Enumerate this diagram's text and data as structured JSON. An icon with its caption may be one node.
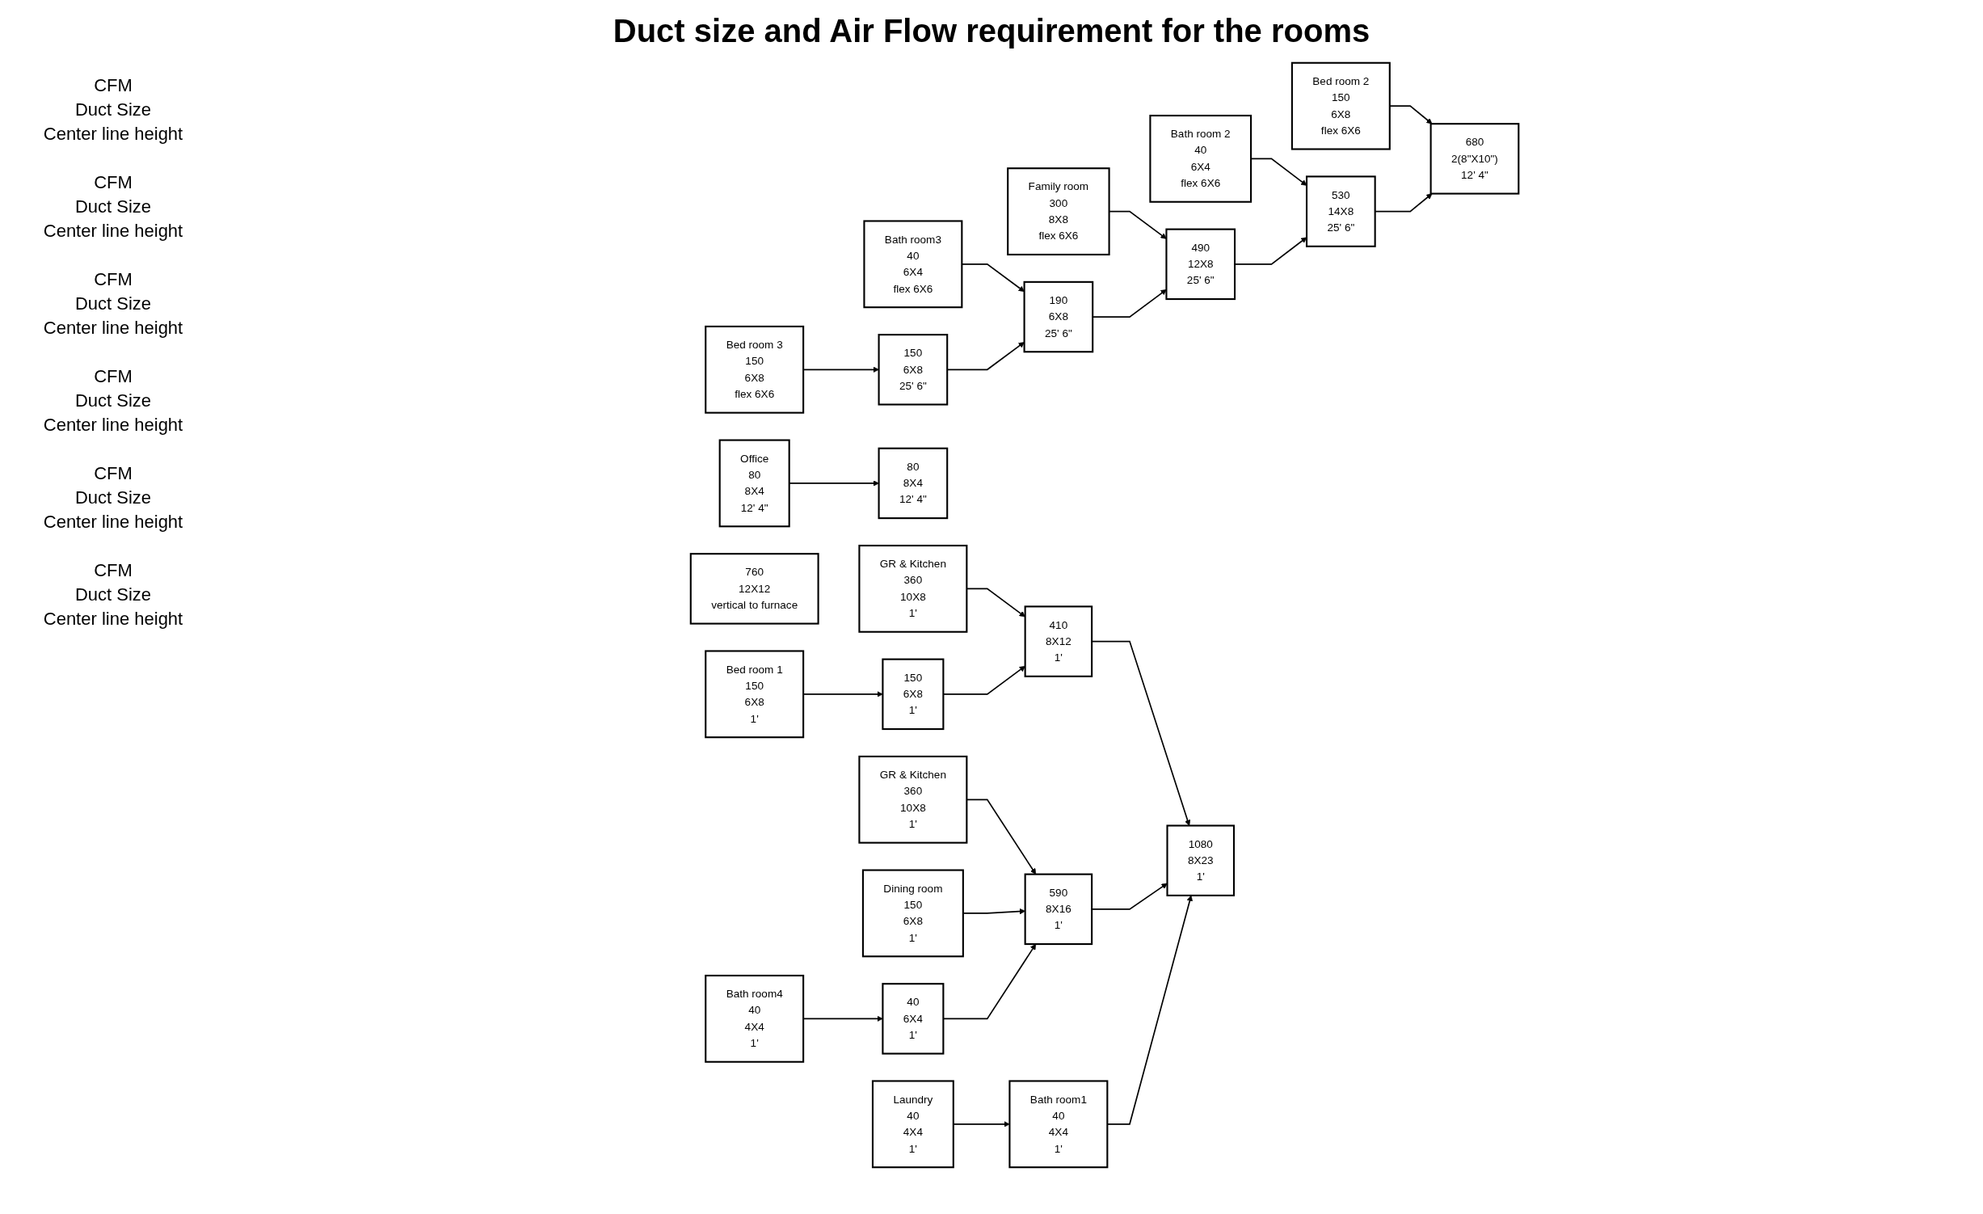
{
  "diagram": {
    "title": "Duct size  and Air Flow requirement for the rooms",
    "nodes": [
      {
        "text": [
          "Bed room 3",
          "150",
          "6X8",
          "flex 6X6"
        ]
      },
      {
        "text": [
          "Bath room3",
          "40",
          "6X4",
          "flex 6X6"
        ]
      },
      {
        "text": [
          "Family room",
          "300",
          "8X8",
          "flex 6X6"
        ]
      },
      {
        "text": [
          "Bath room 2",
          "40",
          "6X4",
          "flex 6X6"
        ]
      },
      {
        "text": [
          "Bed room 2",
          "150",
          "6X8",
          "flex 6X6"
        ]
      },
      {
        "text": [
          "Office",
          "80",
          "8X4",
          "12' 4\""
        ]
      },
      {
        "text": [
          "150",
          "6X8",
          "25' 6\""
        ]
      },
      {
        "text": [
          "190",
          "6X8",
          "25' 6\""
        ]
      },
      {
        "text": [
          "490",
          "12X8",
          "25' 6\""
        ]
      },
      {
        "text": [
          "530",
          "14X8",
          "25' 6\""
        ]
      },
      {
        "text": [
          "680",
          "2(8\"X10\")",
          "12' 4\""
        ]
      },
      {
        "text": [
          "80",
          "8X4",
          "12' 4\""
        ]
      },
      {
        "text": [
          "760",
          "12X12",
          "vertical to furnace"
        ]
      },
      {
        "text": [
          "GR & Kitchen",
          "360",
          "10X8",
          "1'"
        ]
      },
      {
        "text": [
          "150",
          "6X8",
          "1'"
        ]
      },
      {
        "text": [
          "410",
          "8X12",
          "1'"
        ]
      },
      {
        "text": [
          "1080",
          "8X23",
          "1'"
        ]
      },
      {
        "text": [
          "590",
          "8X16",
          "1'"
        ]
      },
      {
        "text": [
          "40",
          "6X4",
          "1'"
        ]
      },
      {
        "text": [
          "Bed room 1",
          "150",
          "6X8",
          "1'"
        ]
      },
      {
        "text": [
          "GR & Kitchen",
          "360",
          "10X8",
          "1'"
        ]
      },
      {
        "text": [
          "Bath room1",
          "40",
          "4X4",
          "1'"
        ]
      },
      {
        "text": [
          "Dining room",
          "150",
          "6X8",
          "1'"
        ]
      },
      {
        "text": [
          "Bath room4",
          "40",
          "4X4",
          "1'"
        ]
      },
      {
        "text": [
          "Laundry",
          "40",
          "4X4",
          "1'"
        ]
      }
    ],
    "edges": [
      {
        "from": 0,
        "to": 6,
        "arrow": "to"
      },
      {
        "from": 1,
        "to": 7,
        "arrow": "to"
      },
      {
        "from": 6,
        "to": 7,
        "arrow": "to"
      },
      {
        "from": 2,
        "to": 8,
        "arrow": "to"
      },
      {
        "from": 7,
        "to": 8,
        "arrow": "to"
      },
      {
        "from": 3,
        "to": 9,
        "arrow": "to"
      },
      {
        "from": 8,
        "to": 9,
        "arrow": "to"
      },
      {
        "from": 4,
        "to": 10,
        "arrow": "to"
      },
      {
        "from": 9,
        "to": 10,
        "arrow": "to"
      },
      {
        "from": 5,
        "to": 11,
        "arrow": "to"
      },
      {
        "from": 19,
        "to": 14,
        "arrow": "to"
      },
      {
        "from": 20,
        "to": 15,
        "arrow": "to"
      },
      {
        "from": 14,
        "to": 15,
        "arrow": "to"
      },
      {
        "from": 15,
        "to": 16,
        "arrow": "to"
      },
      {
        "from": 17,
        "to": 16,
        "arrow": "to"
      },
      {
        "from": 21,
        "to": 16,
        "arrow": "to"
      },
      {
        "from": 24,
        "to": 21,
        "arrow": "to"
      },
      {
        "from": 13,
        "to": 17,
        "arrow": "to"
      },
      {
        "from": 22,
        "to": 17,
        "arrow": "to"
      },
      {
        "from": 18,
        "to": 17,
        "arrow": "to"
      },
      {
        "from": 23,
        "to": 18,
        "arrow": "to"
      }
    ],
    "labels": [
      "CFM",
      "Duct Size",
      "Center line height",
      "CFM",
      "Duct Size",
      "Center line height",
      "CFM",
      "Duct Size",
      "Center line height",
      "CFM",
      "Duct Size",
      "Center line height",
      "CFM",
      "Duct Size",
      "Center line height",
      "CFM",
      "Duct Size",
      "Center line height"
    ]
  }
}
